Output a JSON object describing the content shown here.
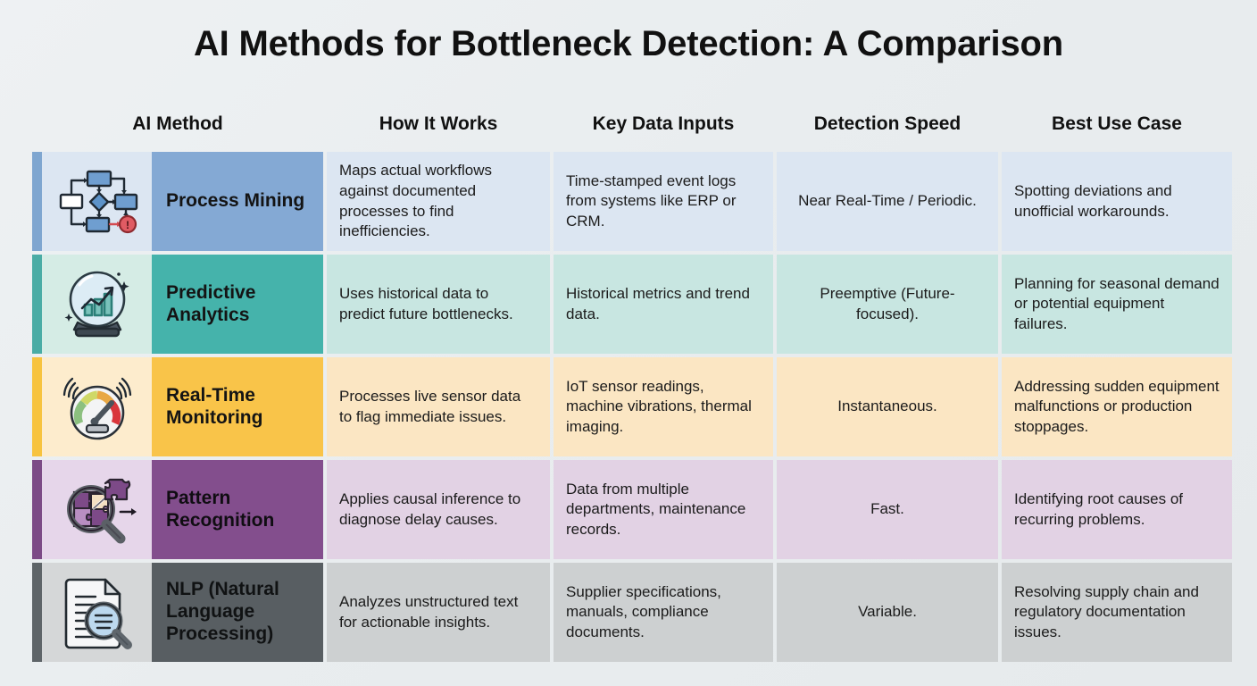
{
  "title": "AI Methods for Bottleneck Detection: A Comparison",
  "columns": {
    "method": "AI Method",
    "how": "How It Works",
    "inputs": "Key Data Inputs",
    "speed": "Detection Speed",
    "use": "Best Use Case"
  },
  "colors": {
    "background_start": "#eef1f3",
    "background_end": "#e6eaec",
    "row1_accent": "#7fa6d0",
    "row1_label_bg": "#84a9d4",
    "row1_cell_bg": "#dce6f2",
    "row2_accent": "#4aaca5",
    "row2_label_bg": "#45b3ab",
    "row2_cell_bg": "#c8e6e1",
    "row3_accent": "#f7c33f",
    "row3_label_bg": "#f9c449",
    "row3_cell_bg": "#fbe6c3",
    "row4_accent": "#7c4a86",
    "row4_label_bg": "#834e8d",
    "row4_cell_bg": "#e2d2e4",
    "row5_accent": "#5e6468",
    "row5_label_bg": "#585e62",
    "row5_cell_bg": "#cdd0d1"
  },
  "rows": [
    {
      "icon": "flowchart-icon",
      "method": "Process Mining",
      "how": "Maps actual workflows against documented processes to find inefficiencies.",
      "inputs": "Time-stamped event logs from systems like ERP or CRM.",
      "speed": "Near Real-Time / Periodic.",
      "use": "Spotting deviations and unofficial workarounds."
    },
    {
      "icon": "crystal-ball-icon",
      "method": "Predictive Analytics",
      "how": "Uses historical data to predict future bottlenecks.",
      "inputs": "Historical metrics and trend data.",
      "speed": "Preemptive (Future-focused).",
      "use": "Planning for seasonal demand or potential equipment failures."
    },
    {
      "icon": "gauge-icon",
      "method": "Real-Time Monitoring",
      "how": "Processes live sensor data to flag immediate issues.",
      "inputs": "IoT sensor readings, machine vibrations, thermal imaging.",
      "speed": "Instantaneous.",
      "use": "Addressing sudden equipment malfunctions or production stoppages."
    },
    {
      "icon": "puzzle-magnifier-icon",
      "method": "Pattern Recognition",
      "how": "Applies causal inference to diagnose delay causes.",
      "inputs": "Data from multiple departments, maintenance records.",
      "speed": "Fast.",
      "use": "Identifying root causes of recurring problems."
    },
    {
      "icon": "document-magnifier-icon",
      "method": "NLP (Natural Language Processing)",
      "how": "Analyzes unstructured text for actionable insights.",
      "inputs": "Supplier specifications, manuals, compliance documents.",
      "speed": "Variable.",
      "use": "Resolving supply chain and regulatory documentation issues."
    }
  ]
}
